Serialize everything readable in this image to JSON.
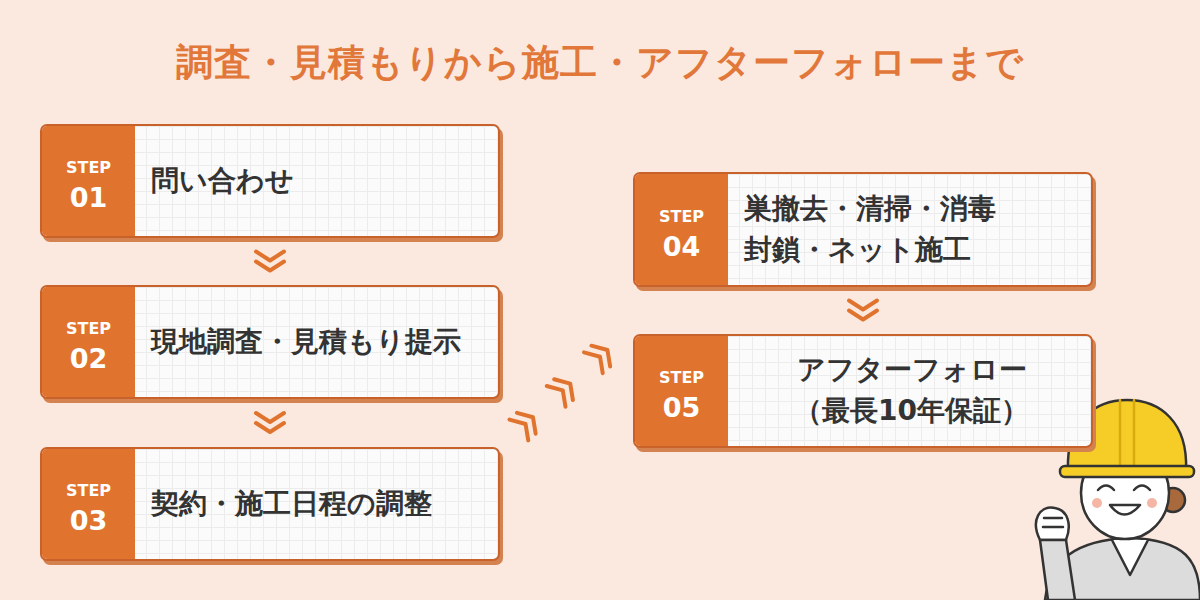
{
  "diagram": {
    "title": "調査・見積もりから施工・アフターフォローまで",
    "nodes": [
      {
        "text": [
          "STEP 01",
          "問い合わせ"
        ]
      },
      {
        "text": [
          "STEP 02",
          "現地調査・見積もり提示"
        ]
      },
      {
        "text": [
          "STEP 03",
          "契約・施工日程の調整"
        ]
      },
      {
        "text": [
          "STEP 04",
          "巣撤去・清掃・消毒 封鎖・ネット施工"
        ]
      },
      {
        "text": [
          "STEP 05",
          "アフターフォロー （最長10年保証）"
        ]
      }
    ],
    "edges": [
      {
        "from": 0,
        "to": 1,
        "arrow": "to"
      },
      {
        "from": 1,
        "to": 2,
        "arrow": "to"
      },
      {
        "from": 2,
        "to": 3,
        "arrow": "to"
      },
      {
        "from": 3,
        "to": 4,
        "arrow": "to"
      }
    ]
  }
}
